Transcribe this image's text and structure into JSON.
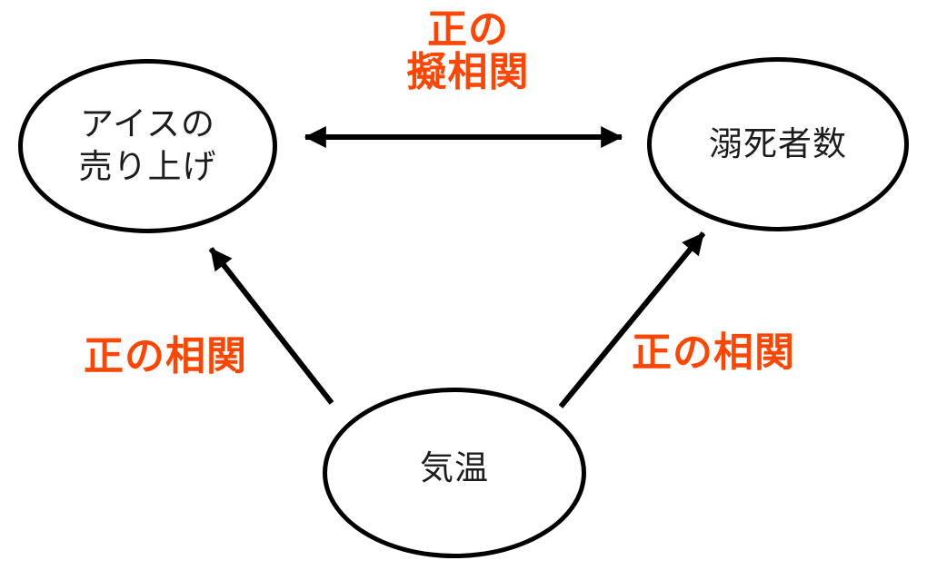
{
  "colors": {
    "accent": "#FF4500",
    "node_stroke": "#000000",
    "node_text": "#1c1c1c",
    "background": "#ffffff"
  },
  "nodes": {
    "ice_sales": {
      "line1": "アイスの",
      "line2": "売り上げ"
    },
    "drowning": {
      "label": "溺死者数"
    },
    "temperature": {
      "label": "気温"
    }
  },
  "edge_labels": {
    "spurious": {
      "line1": "正の",
      "line2": "擬相関"
    },
    "temp_to_ice": {
      "label": "正の相関"
    },
    "temp_to_drowning": {
      "label": "正の相関"
    }
  }
}
